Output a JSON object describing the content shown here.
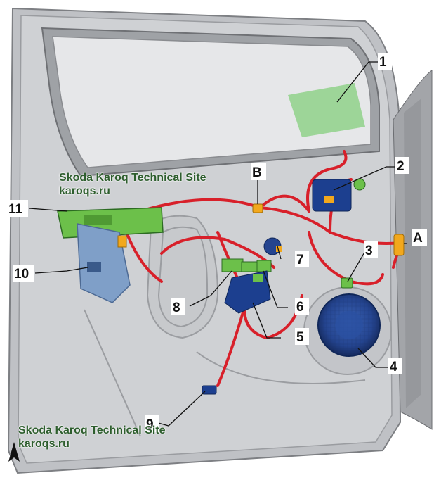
{
  "callouts": [
    {
      "id": "1",
      "label": "1"
    },
    {
      "id": "2",
      "label": "2"
    },
    {
      "id": "3",
      "label": "3"
    },
    {
      "id": "4",
      "label": "4"
    },
    {
      "id": "5",
      "label": "5"
    },
    {
      "id": "6",
      "label": "6"
    },
    {
      "id": "7",
      "label": "7"
    },
    {
      "id": "8",
      "label": "8"
    },
    {
      "id": "9",
      "label": "9"
    },
    {
      "id": "10",
      "label": "10"
    },
    {
      "id": "11",
      "label": "11"
    },
    {
      "id": "A",
      "label": "A"
    },
    {
      "id": "B",
      "label": "B"
    }
  ],
  "watermark_top": {
    "title": "Skoda Karoq Technical Site",
    "site": "karoqs.ru"
  },
  "watermark_bottom": {
    "title": "Skoda Karoq Technical Site",
    "site": "karoqs.ru"
  },
  "colors": {
    "door_panel": "#cfd1d4",
    "door_edge": "#9a9ca0",
    "glass": "#e6e7e9",
    "wiring": "#d8202a",
    "connector_green": "#6cc04a",
    "module_blue": "#1c3f8f",
    "speaker_blue": "#24448f",
    "light_blue": "#7f9fc8",
    "connector_orange": "#f2a81d",
    "watermark": "#2e5e2e"
  },
  "icons": {
    "north_arrow": "north-arrow-icon"
  }
}
